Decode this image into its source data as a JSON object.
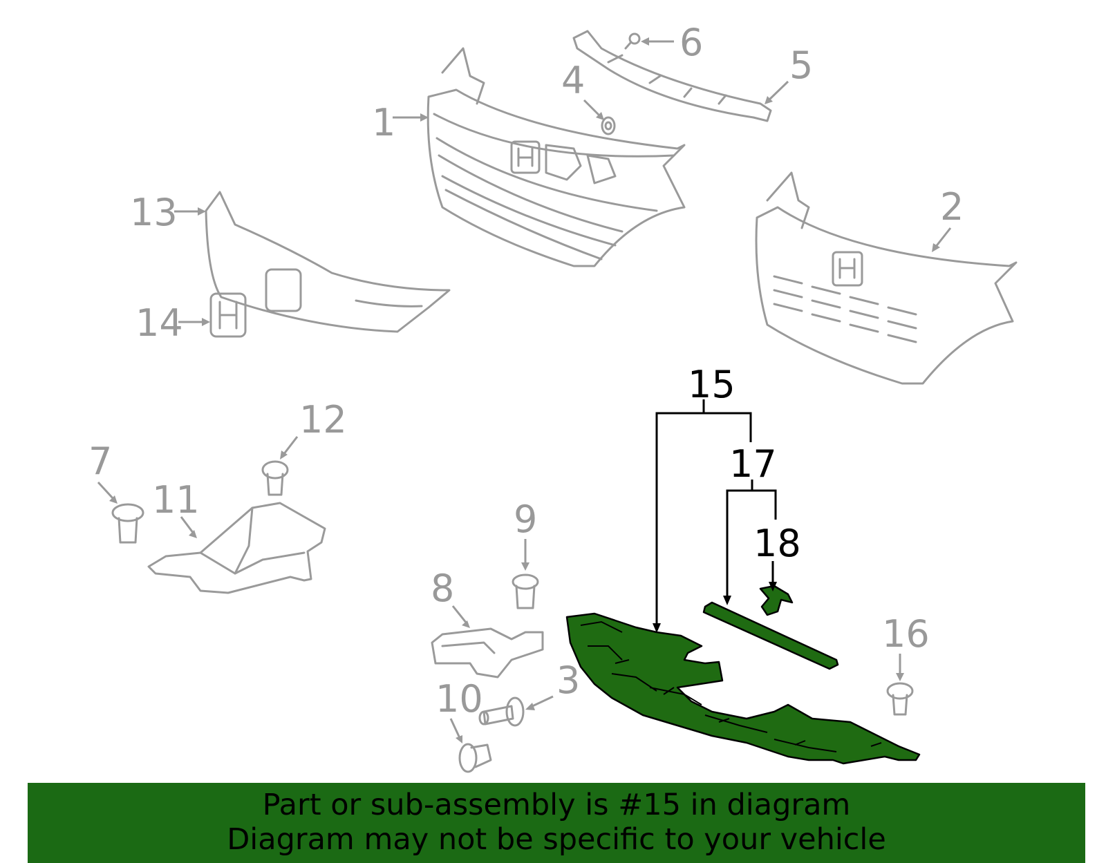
{
  "callouts": [
    "1",
    "2",
    "3",
    "4",
    "5",
    "6",
    "7",
    "8",
    "9",
    "10",
    "11",
    "12",
    "13",
    "14",
    "15",
    "16",
    "17",
    "18"
  ],
  "highlight": {
    "part_number": "15",
    "color": "#1f6b12"
  },
  "banner": {
    "line1": "Part or sub-assembly is #15 in diagram",
    "line2": "Diagram may not be specific to your vehicle",
    "background": "#1b6a14"
  },
  "colors": {
    "part_outline": "#9a9a9a",
    "callout_inactive": "#999999",
    "callout_active": "#000000"
  }
}
